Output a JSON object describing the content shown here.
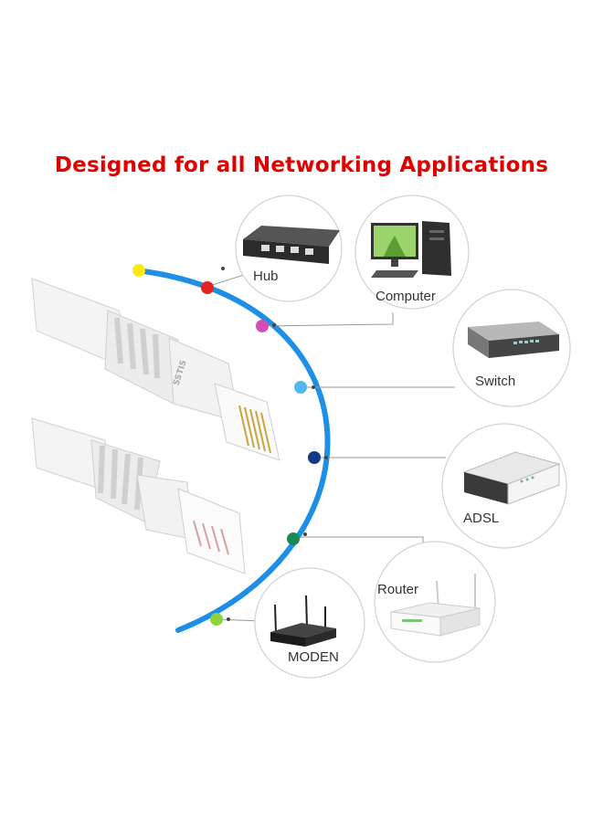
{
  "title": "Designed for all Networking Applications",
  "colors": {
    "title": "#e00000",
    "arc": "#1e8fe6",
    "lines": "#9a9a9a",
    "circle_border": "#d4d4d4",
    "cable": "#f3f3f3"
  },
  "devices": [
    {
      "id": "hub",
      "label": "Hub",
      "icon": "hub-icon",
      "dot_color": "#e32222"
    },
    {
      "id": "computer",
      "label": "Computer",
      "icon": "computer-icon",
      "dot_color": "#d64fb6"
    },
    {
      "id": "switch",
      "label": "Switch",
      "icon": "switch-icon",
      "dot_color": "#52b6f0"
    },
    {
      "id": "adsl",
      "label": "ADSL",
      "icon": "adsl-icon",
      "dot_color": "#143a8a"
    },
    {
      "id": "router",
      "label": "Router",
      "icon": "router-icon",
      "dot_color": "#1a8a55"
    },
    {
      "id": "moden",
      "label": "MODEN",
      "icon": "modem-icon",
      "dot_color": "#8cd33f"
    }
  ],
  "top_dot_color": "#ffe617"
}
